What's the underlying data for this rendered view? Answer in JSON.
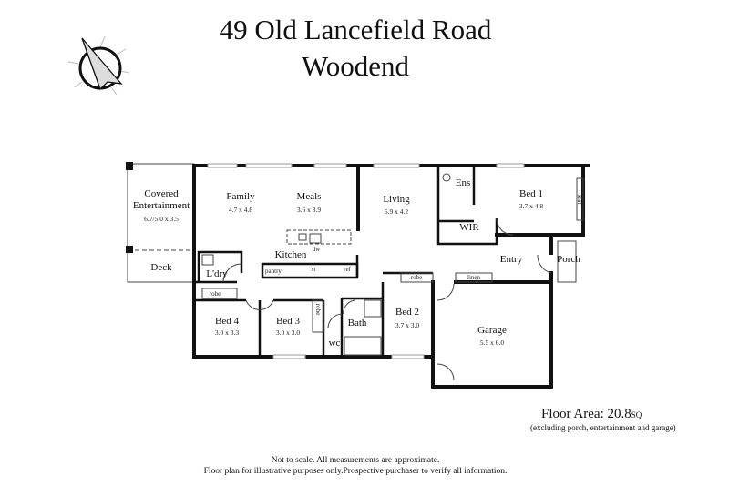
{
  "header": {
    "address_line1": "49 Old Lancefield Road",
    "address_line2": "Woodend"
  },
  "compass": {
    "icon": "north-arrow-icon"
  },
  "rooms": {
    "covered_entertainment": {
      "label_line1": "Covered",
      "label_line2": "Entertainment",
      "dims": "6.7/5.0 x 3.5"
    },
    "deck": {
      "label": "Deck"
    },
    "family": {
      "label": "Family",
      "dims": "4.7 x 4.8"
    },
    "meals": {
      "label": "Meals",
      "dims": "3.6 x 3.9"
    },
    "living": {
      "label": "Living",
      "dims": "5.9 x 4.2"
    },
    "kitchen": {
      "label": "Kitchen",
      "dw": "dw",
      "pantry": "pantry",
      "st": "st",
      "ref": "ref"
    },
    "laundry": {
      "label": "L'dry"
    },
    "ensuite": {
      "label": "Ens"
    },
    "wir": {
      "label": "WIR"
    },
    "bed1": {
      "label": "Bed 1",
      "dims": "3.7 x 4.8",
      "seat": "seat"
    },
    "entry": {
      "label": "Entry"
    },
    "porch": {
      "label": "Porch"
    },
    "bed2": {
      "label": "Bed 2",
      "dims": "3.7 x 3.0",
      "robe": "robe"
    },
    "linen": {
      "label": "linen"
    },
    "bath": {
      "label": "Bath"
    },
    "wc": {
      "label": "wc"
    },
    "bed3": {
      "label": "Bed 3",
      "dims": "3.0 x 3.0",
      "robe": "robe"
    },
    "bed4": {
      "label": "Bed 4",
      "dims": "3.0 x 3.3",
      "robe": "robe"
    },
    "garage": {
      "label": "Garage",
      "dims": "5.5 x 6.0"
    }
  },
  "floor_area": {
    "label": "Floor Area: 20.8",
    "unit": "SQ",
    "note": "(excluding porch, entertainment and garage)"
  },
  "disclaimer": {
    "line1": "Not to scale. All measurements are approximate.",
    "line2": "Floor plan for illustrative purposes only.Prospective purchaser to verify all information."
  }
}
